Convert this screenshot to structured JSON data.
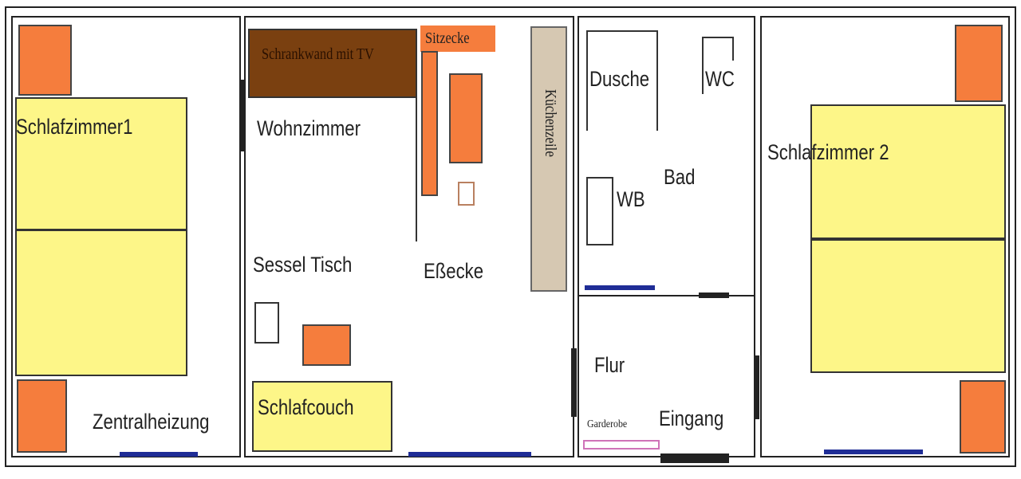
{
  "colors": {
    "bed": "#fdf688",
    "furniture": "#f57d3d",
    "tv_wall": "#7a4010",
    "kitchen": "#d6c8b2",
    "window": "#1f2d96",
    "wardrobe": "#cf73b8",
    "wall": "#222222"
  },
  "rooms": {
    "bedroom1": {
      "label": "Schlafzimmer1",
      "heating_label": "Zentralheizung"
    },
    "living": {
      "label": "Wohnzimmer",
      "tv_wall_label": "Schrankwand mit TV",
      "corner_seat_label": "Sitzecke",
      "kitchen_label": "Küchenzeile",
      "armchair_table_label": "Sessel Tisch",
      "dining_label": "Eßecke",
      "sofa_bed_label": "Schlafcouch"
    },
    "bath": {
      "label": "Bad",
      "shower_label": "Dusche",
      "wc_label": "WC",
      "basin_label": "WB"
    },
    "hall": {
      "label": "Flur",
      "wardrobe_label": "Garderobe",
      "entrance_label": "Eingang"
    },
    "bedroom2": {
      "label": "Schlafzimmer 2"
    }
  },
  "icons": [
    "floor-plan-walls",
    "window-marker",
    "door-marker"
  ]
}
